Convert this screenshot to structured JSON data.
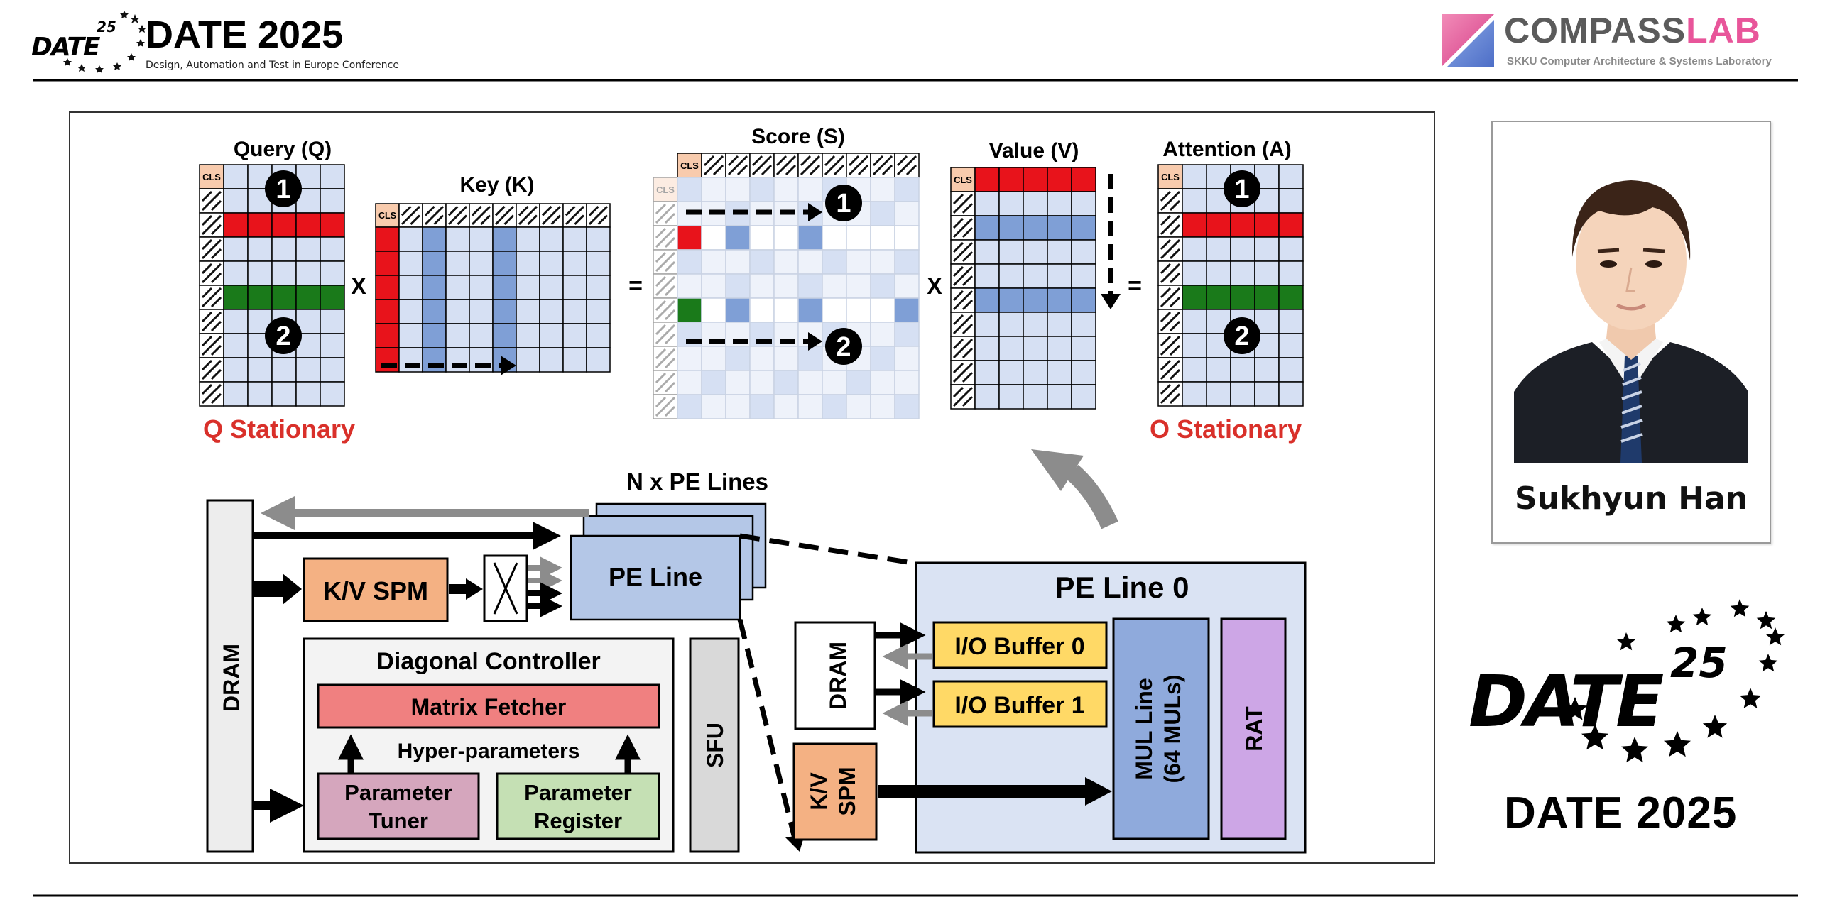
{
  "header": {
    "logo_text": "DATE",
    "logo_sup": "25",
    "title": "DATE 2025",
    "subtitle": "Design, Automation and Test in Europe Conference"
  },
  "lab": {
    "name_part1": "COMPASS",
    "name_part2": "LAB",
    "subtitle": "SKKU Computer Architecture & Systems Laboratory",
    "accent": "#e8559a"
  },
  "attention": {
    "query_label": "Query (Q)",
    "key_label": "Key (K)",
    "score_label": "Score (S)",
    "value_label": "Value (V)",
    "attention_label": "Attention (A)",
    "op_x": "X",
    "op_eq": "=",
    "cls": "CLS",
    "step1": "1",
    "step2": "2",
    "q_stationary": "Q Stationary",
    "o_stationary": "O Stationary"
  },
  "arch": {
    "pe_lines_label": "N x PE Lines",
    "dram": "DRAM",
    "kv_spm": "K/V SPM",
    "pe_line": "PE Line",
    "diag_controller": "Diagonal Controller",
    "matrix_fetcher": "Matrix Fetcher",
    "hyper_params": "Hyper-parameters",
    "param_tuner_1": "Parameter",
    "param_tuner_2": "Tuner",
    "param_reg_1": "Parameter",
    "param_reg_2": "Register",
    "sfu": "SFU",
    "pe_line0": "PE Line 0",
    "dram2": "DRAM",
    "io_buf0": "I/O Buffer 0",
    "io_buf1": "I/O Buffer 1",
    "kv_spm2_1": "K/V",
    "kv_spm2_2": "SPM",
    "mul_line_1": "MUL Line",
    "mul_line_2": "(64 MULs)",
    "rat": "RAT"
  },
  "presenter": {
    "name": "Sukhyun Han"
  },
  "footer_logo": {
    "text": "DATE",
    "sup": "25",
    "title": "DATE 2025"
  },
  "colors": {
    "cell_blue": "#d6e0f3",
    "highlight_blue": "#7f9fd6",
    "red": "#e8131b",
    "green": "#1a7a1a",
    "title_red": "#d9302a",
    "spm_orange": "#f4b183",
    "pe_blue": "#b4c7e7",
    "fetcher_red": "#f08080",
    "tuner_pink": "#d5a6bd",
    "reg_green": "#c5e0b4",
    "io_yellow": "#ffd966",
    "mul_blue": "#8faadc",
    "rat_purple": "#cda6e6"
  }
}
